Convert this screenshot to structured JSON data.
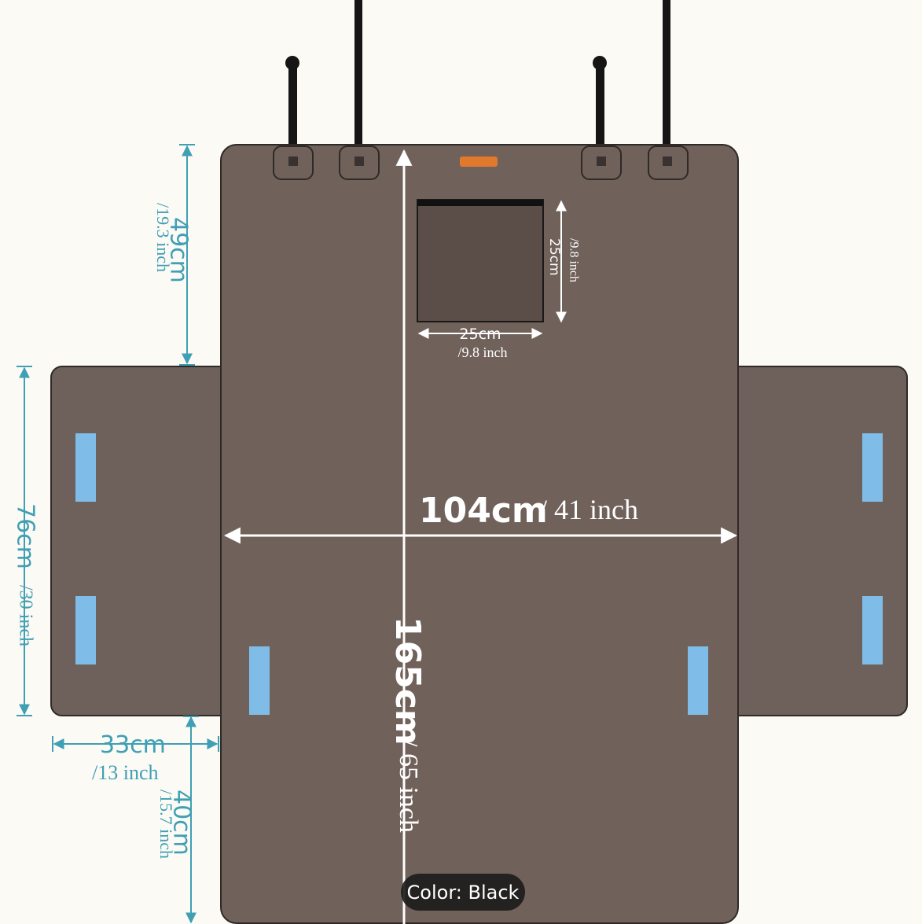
{
  "colors": {
    "background": "#fbfaf5",
    "mat": "#6e605a",
    "outline": "#2f2927",
    "velcro": "#7fbde8",
    "dimension_teal": "#3f9fb4",
    "dimension_white": "#ffffff",
    "label_tag": "#e2782c"
  },
  "dimensions": {
    "total_width": {
      "value": "104cm",
      "imperial": "/ 41 inch"
    },
    "total_length": {
      "value": "165cm",
      "imperial": "/ 65 inch"
    },
    "window_width": {
      "value": "25cm",
      "imperial": "/9.8 inch"
    },
    "window_height": {
      "value": "25cm",
      "imperial": "/9.8 inch"
    },
    "top_section": {
      "value": "49cm",
      "imperial": "/19.3 inch"
    },
    "side_flap_height": {
      "value": "76cm",
      "imperial": "/30 inch"
    },
    "side_flap_width": {
      "value": "33cm",
      "imperial": "/13 inch"
    },
    "bottom_section": {
      "value": "40cm",
      "imperial": "/15.7 inch"
    }
  },
  "color_selector": {
    "label": "Color: Black"
  }
}
